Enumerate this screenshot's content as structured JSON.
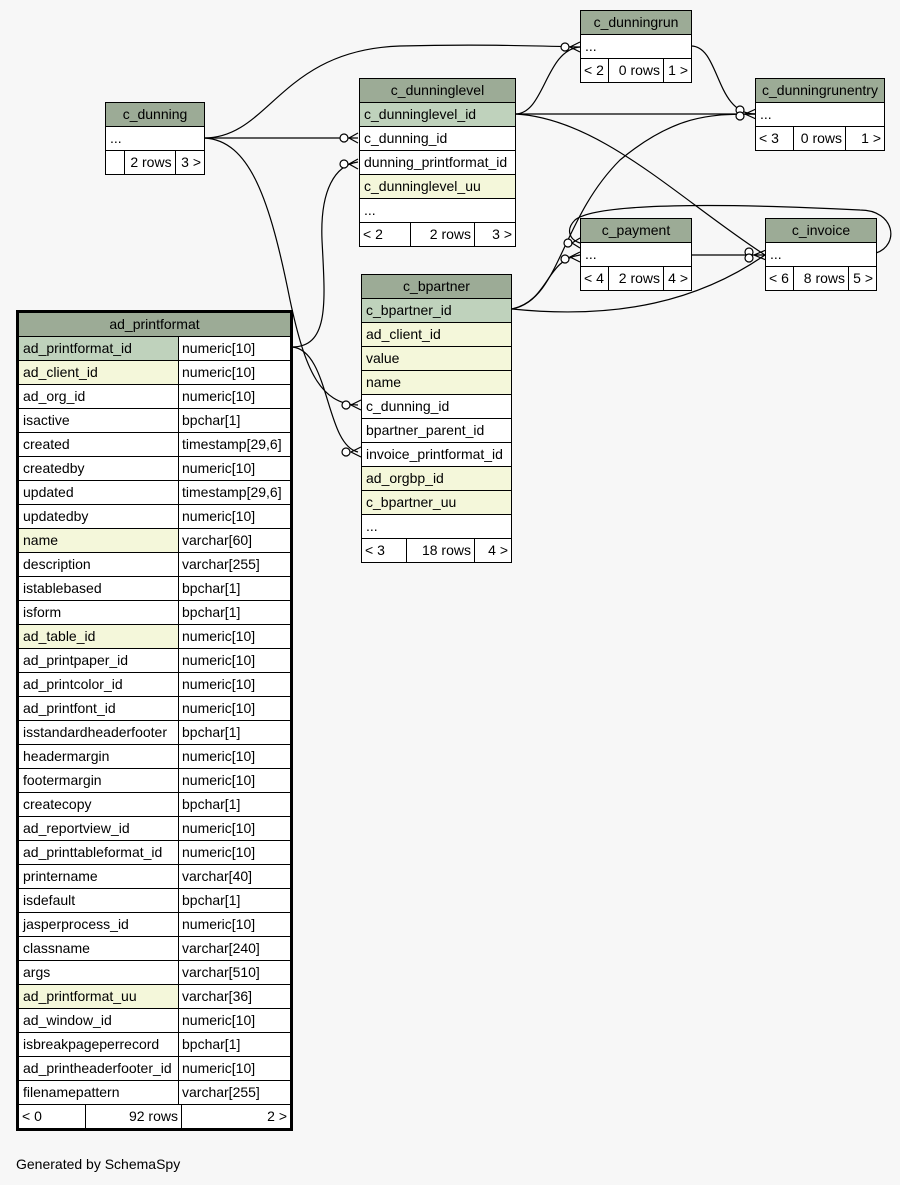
{
  "footer": "Generated by SchemaSpy",
  "tables": {
    "c_dunning": {
      "title": "c_dunning",
      "cols": [
        {
          "name": "..."
        }
      ],
      "foot": [
        "",
        "2 rows",
        "3 >"
      ]
    },
    "c_dunninglevel": {
      "title": "c_dunninglevel",
      "cols": [
        {
          "name": "c_dunninglevel_id",
          "kind": "pk"
        },
        {
          "name": "c_dunning_id"
        },
        {
          "name": "dunning_printformat_id"
        },
        {
          "name": "c_dunninglevel_uu",
          "kind": "idx"
        },
        {
          "name": "..."
        }
      ],
      "foot": [
        "< 2",
        "2 rows",
        "3 >"
      ]
    },
    "c_dunningrun": {
      "title": "c_dunningrun",
      "cols": [
        {
          "name": "..."
        }
      ],
      "foot": [
        "< 2",
        "0 rows",
        "1 >"
      ]
    },
    "c_dunningrunentry": {
      "title": "c_dunningrunentry",
      "cols": [
        {
          "name": "..."
        }
      ],
      "foot": [
        "< 3",
        "0 rows",
        "1 >"
      ]
    },
    "c_payment": {
      "title": "c_payment",
      "cols": [
        {
          "name": "..."
        }
      ],
      "foot": [
        "< 4",
        "2 rows",
        "4 >"
      ]
    },
    "c_invoice": {
      "title": "c_invoice",
      "cols": [
        {
          "name": "..."
        }
      ],
      "foot": [
        "< 6",
        "8 rows",
        "5 >"
      ]
    },
    "c_bpartner": {
      "title": "c_bpartner",
      "cols": [
        {
          "name": "c_bpartner_id",
          "kind": "pk"
        },
        {
          "name": "ad_client_id",
          "kind": "idx"
        },
        {
          "name": "value",
          "kind": "idx"
        },
        {
          "name": "name",
          "kind": "idx"
        },
        {
          "name": "c_dunning_id"
        },
        {
          "name": "bpartner_parent_id"
        },
        {
          "name": "invoice_printformat_id"
        },
        {
          "name": "ad_orgbp_id",
          "kind": "idx"
        },
        {
          "name": "c_bpartner_uu",
          "kind": "idx"
        },
        {
          "name": "..."
        }
      ],
      "foot": [
        "< 3",
        "18 rows",
        "4 >"
      ]
    },
    "ad_printformat": {
      "title": "ad_printformat",
      "cols": [
        {
          "name": "ad_printformat_id",
          "type": "numeric[10]",
          "kind": "pk"
        },
        {
          "name": "ad_client_id",
          "type": "numeric[10]",
          "kind": "idx"
        },
        {
          "name": "ad_org_id",
          "type": "numeric[10]"
        },
        {
          "name": "isactive",
          "type": "bpchar[1]"
        },
        {
          "name": "created",
          "type": "timestamp[29,6]"
        },
        {
          "name": "createdby",
          "type": "numeric[10]"
        },
        {
          "name": "updated",
          "type": "timestamp[29,6]"
        },
        {
          "name": "updatedby",
          "type": "numeric[10]"
        },
        {
          "name": "name",
          "type": "varchar[60]",
          "kind": "idx"
        },
        {
          "name": "description",
          "type": "varchar[255]"
        },
        {
          "name": "istablebased",
          "type": "bpchar[1]"
        },
        {
          "name": "isform",
          "type": "bpchar[1]"
        },
        {
          "name": "ad_table_id",
          "type": "numeric[10]",
          "kind": "idx"
        },
        {
          "name": "ad_printpaper_id",
          "type": "numeric[10]"
        },
        {
          "name": "ad_printcolor_id",
          "type": "numeric[10]"
        },
        {
          "name": "ad_printfont_id",
          "type": "numeric[10]"
        },
        {
          "name": "isstandardheaderfooter",
          "type": "bpchar[1]"
        },
        {
          "name": "headermargin",
          "type": "numeric[10]"
        },
        {
          "name": "footermargin",
          "type": "numeric[10]"
        },
        {
          "name": "createcopy",
          "type": "bpchar[1]"
        },
        {
          "name": "ad_reportview_id",
          "type": "numeric[10]"
        },
        {
          "name": "ad_printtableformat_id",
          "type": "numeric[10]"
        },
        {
          "name": "printername",
          "type": "varchar[40]"
        },
        {
          "name": "isdefault",
          "type": "bpchar[1]"
        },
        {
          "name": "jasperprocess_id",
          "type": "numeric[10]"
        },
        {
          "name": "classname",
          "type": "varchar[240]"
        },
        {
          "name": "args",
          "type": "varchar[510]"
        },
        {
          "name": "ad_printformat_uu",
          "type": "varchar[36]",
          "kind": "idx"
        },
        {
          "name": "ad_window_id",
          "type": "numeric[10]"
        },
        {
          "name": "isbreakpageperrecord",
          "type": "bpchar[1]"
        },
        {
          "name": "ad_printheaderfooter_id",
          "type": "numeric[10]"
        },
        {
          "name": "filenamepattern",
          "type": "varchar[255]"
        }
      ],
      "foot": [
        "< 0",
        "92 rows",
        "2 >"
      ]
    }
  }
}
